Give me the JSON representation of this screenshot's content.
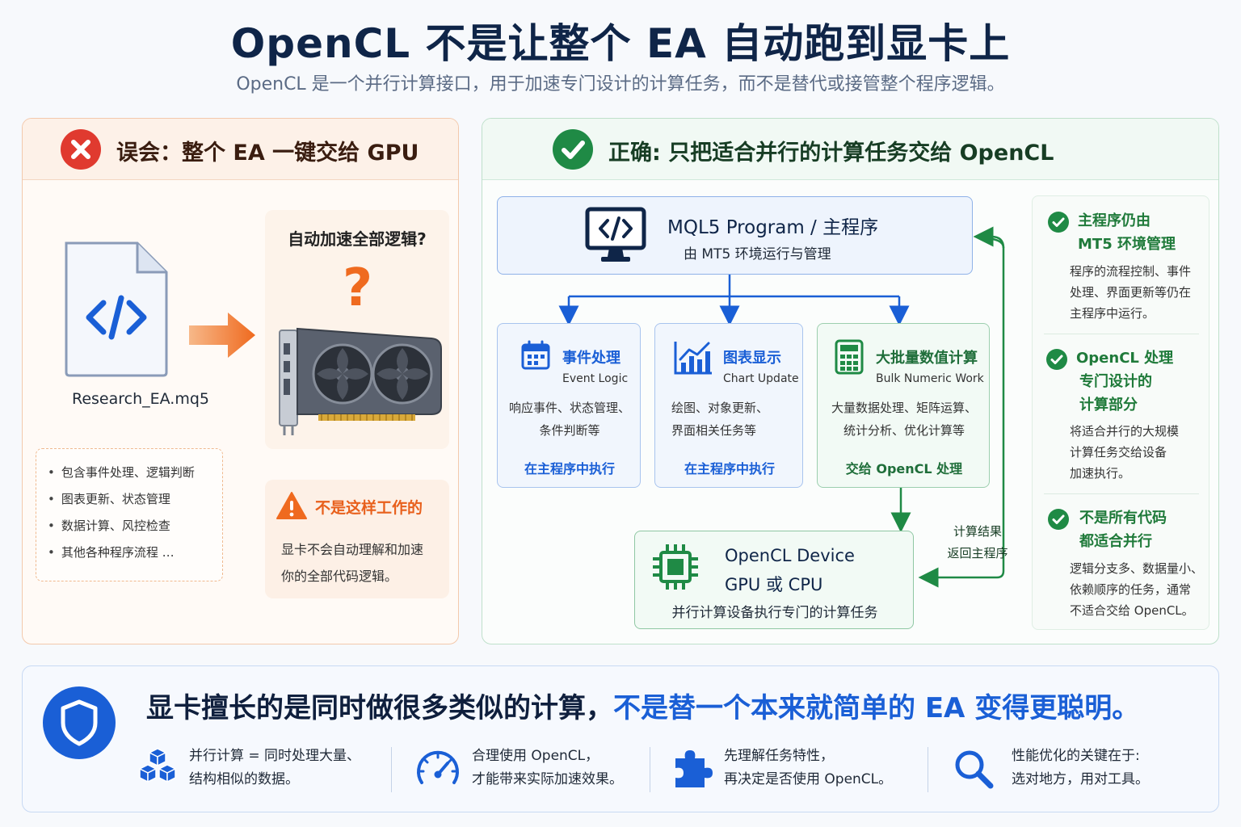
{
  "title": "OpenCL 不是让整个 EA 自动跑到显卡上",
  "subtitle": "OpenCL 是一个并行计算接口，用于加速专门设计的计算任务，而不是替代或接管整个程序逻辑。",
  "left_panel": {
    "header": "误会：整个 EA 一键交给 GPU",
    "file_name": "Research_EA.mq5",
    "bullets": [
      "包含事件处理、逻辑判断",
      "图表更新、状态管理",
      "数据计算、风控检查",
      "其他各种程序流程 …"
    ],
    "gpu_question": "自动加速全部逻辑?",
    "warning_title": "不是这样工作的",
    "warning_lines": [
      "显卡不会自动理解和加速",
      "你的全部代码逻辑。"
    ]
  },
  "right_panel": {
    "header": "正确: 只把适合并行的计算任务交给 OpenCL",
    "program": {
      "title": "MQL5 Program / 主程序",
      "subtitle": "由 MT5 环境运行与管理"
    },
    "cards": [
      {
        "title": "事件处理",
        "subtitle": "Event Logic",
        "desc": [
          "响应事件、状态管理、",
          "条件判断等"
        ],
        "footer": "在主程序中执行"
      },
      {
        "title": "图表显示",
        "subtitle": "Chart Update",
        "desc": [
          "绘图、对象更新、",
          "界面相关任务等"
        ],
        "footer": "在主程序中执行"
      },
      {
        "title": "大批量数值计算",
        "subtitle": "Bulk Numeric Work",
        "desc": [
          "大量数据处理、矩阵运算、",
          "统计分析、优化计算等"
        ],
        "footer": "交给 OpenCL 处理"
      }
    ],
    "device": {
      "line1": "OpenCL Device",
      "line2": "GPU 或 CPU",
      "subtitle": "并行计算设备执行专门的计算任务"
    },
    "return_label": [
      "计算结果",
      "返回主程序"
    ],
    "side_notes": [
      {
        "title": [
          "主程序仍由",
          "MT5 环境管理"
        ],
        "text": [
          "程序的流程控制、事件",
          "处理、界面更新等仍在",
          "主程序中运行。"
        ]
      },
      {
        "title": [
          "OpenCL 处理",
          "专门设计的",
          "计算部分"
        ],
        "text": [
          "将适合并行的大规模",
          "计算任务交给设备",
          "加速执行。"
        ]
      },
      {
        "title": [
          "不是所有代码",
          "都适合并行"
        ],
        "text": [
          "逻辑分支多、数据量小、",
          "依赖顺序的任务，通常",
          "不适合交给 OpenCL。"
        ]
      }
    ]
  },
  "bottom": {
    "headline_dark": "显卡擅长的是同时做很多类似的计算，",
    "headline_blue": "不是替一个本来就简单的 EA 变得更聪明。",
    "features": [
      {
        "icon": "cubes-icon",
        "lines": [
          "并行计算 = 同时处理大量、",
          "结构相似的数据。"
        ]
      },
      {
        "icon": "speedometer-icon",
        "lines": [
          "合理使用 OpenCL，",
          "才能带来实际加速效果。"
        ]
      },
      {
        "icon": "puzzle-icon",
        "lines": [
          "先理解任务特性，",
          "再决定是否使用 OpenCL。"
        ]
      },
      {
        "icon": "magnifier-icon",
        "lines": [
          "性能优化的关键在于:",
          "选对地方，用对工具。"
        ]
      }
    ]
  },
  "colors": {
    "error_red": "#e03a2f",
    "warning_orange": "#ef6a1f",
    "success_green": "#1f8a45",
    "primary_blue": "#1a5fd6",
    "navy": "#0f2548"
  }
}
